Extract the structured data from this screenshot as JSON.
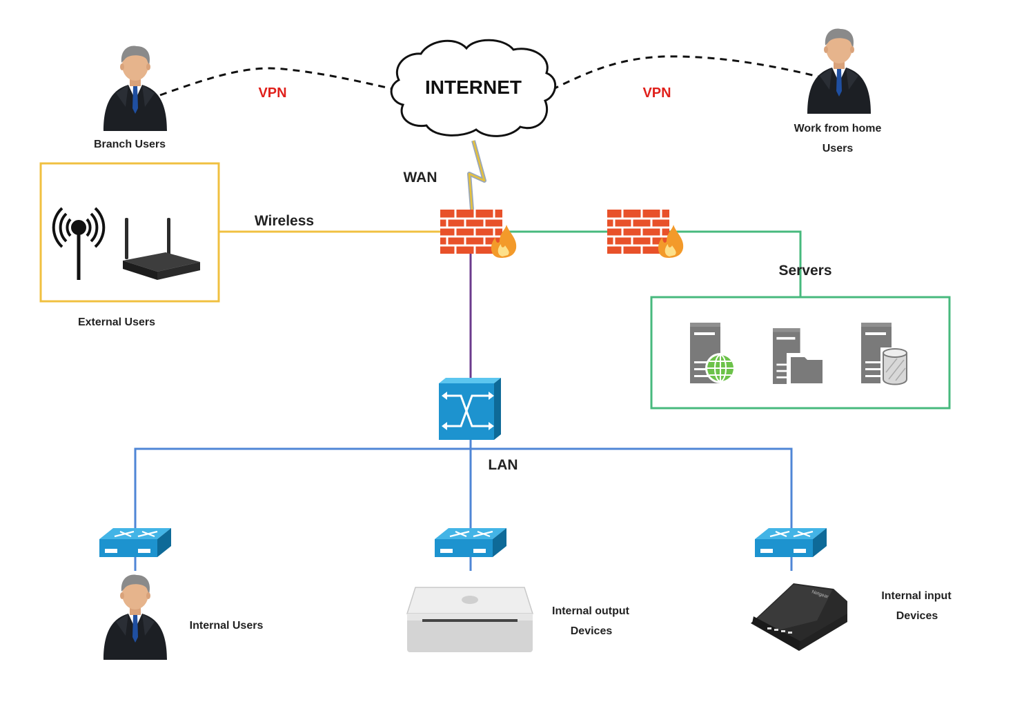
{
  "diagram": {
    "internet": "INTERNET",
    "wan": "WAN",
    "lan": "LAN",
    "vpn_left": "VPN",
    "vpn_right": "VPN",
    "wireless": "Wireless",
    "servers": "Servers",
    "branch_users": "Branch Users",
    "wfh_line1": "Work from home",
    "wfh_line2": "Users",
    "external_users": "External Users",
    "internal_users": "Internal Users",
    "internal_output_line1": "Internal output",
    "internal_output_line2": "Devices",
    "internal_input_line1": "Internal input",
    "internal_input_line2": "Devices",
    "modem_brand": "Netgear"
  },
  "colors": {
    "vpn_text": "#e0201b",
    "wireless_line": "#f0c040",
    "servers_line": "#47b97d",
    "lan_line": "#4f86d6",
    "firewall_to_switch": "#6b3a8c",
    "firewall_brick": "#e8512a",
    "switch_blue": "#1d93cf"
  },
  "icons": [
    "person-icon",
    "cloud-icon",
    "lightning-bolt-icon",
    "firewall-icon",
    "antenna-icon",
    "wireless-router-icon",
    "core-switch-icon",
    "network-switch-icon",
    "web-server-icon",
    "file-server-icon",
    "database-server-icon",
    "mac-mini-icon",
    "modem-icon"
  ]
}
